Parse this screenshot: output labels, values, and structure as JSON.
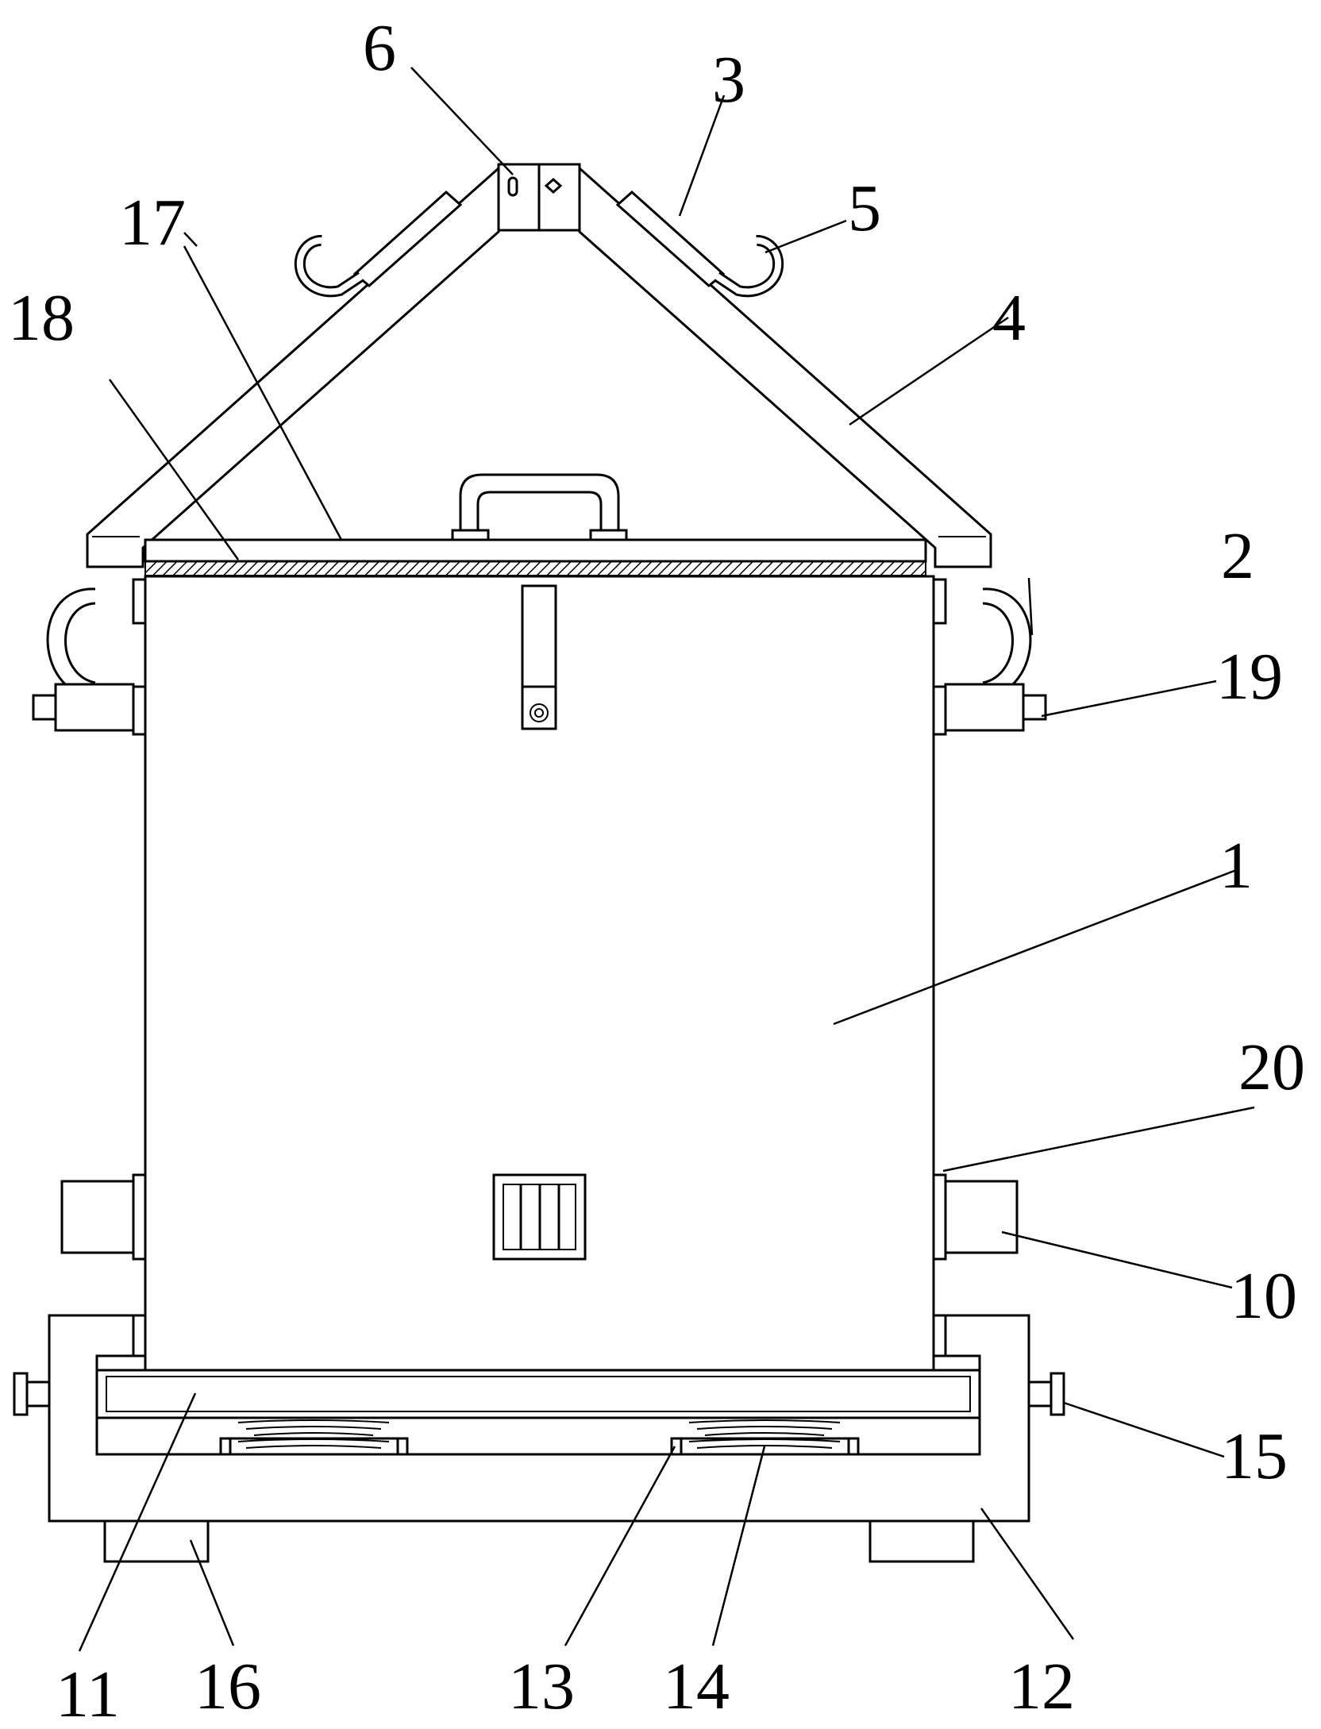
{
  "labels": {
    "l1": "1",
    "l2": "2",
    "l3": "3",
    "l4": "4",
    "l5": "5",
    "l6": "6",
    "l10": "10",
    "l11": "11",
    "l12": "12",
    "l13": "13",
    "l14": "14",
    "l15": "15",
    "l16": "16",
    "l17": "17",
    "l18": "18",
    "l19": "19",
    "l20": "20"
  }
}
